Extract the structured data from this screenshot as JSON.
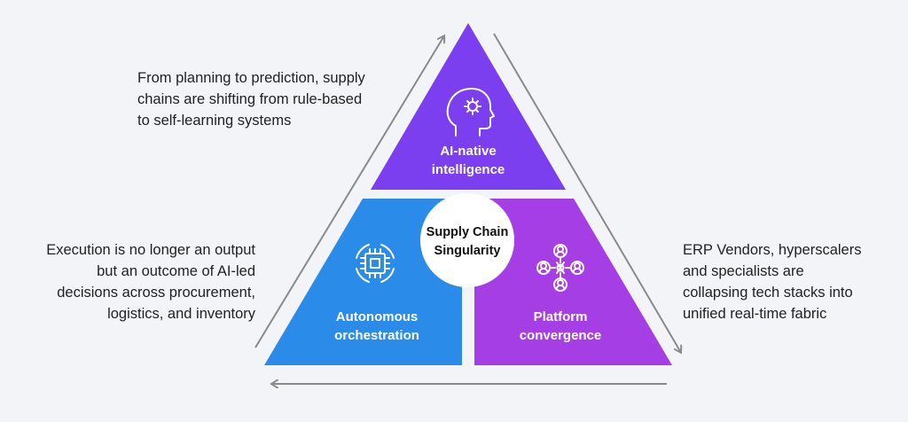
{
  "segments": {
    "top": {
      "label": "AI-native\nintelligence",
      "color": "#7b3ff0",
      "icon": "head-gear-icon"
    },
    "left": {
      "label": "Autonomous\norchestration",
      "color": "#2a8be8",
      "icon": "cpu-cycle-icon"
    },
    "right": {
      "label": "Platform\nconvergence",
      "color": "#a63ee6",
      "icon": "network-people-icon"
    }
  },
  "center": {
    "label": "Supply Chain\nSingularity"
  },
  "notes": {
    "top": "From planning to prediction, supply\nchains are shifting from rule-based\nto self-learning systems",
    "left": "Execution is no longer an output\nbut an outcome of AI-led\ndecisions across procurement,\nlogistics, and inventory",
    "right": "ERP Vendors, hyperscalers\nand specialists are\ncollapsing tech stacks into\nunified real-time fabric"
  },
  "colors": {
    "background": "#f2f4f7",
    "arrow": "#8a8a8a",
    "text": "#222222",
    "segment_text": "#ffffff"
  }
}
